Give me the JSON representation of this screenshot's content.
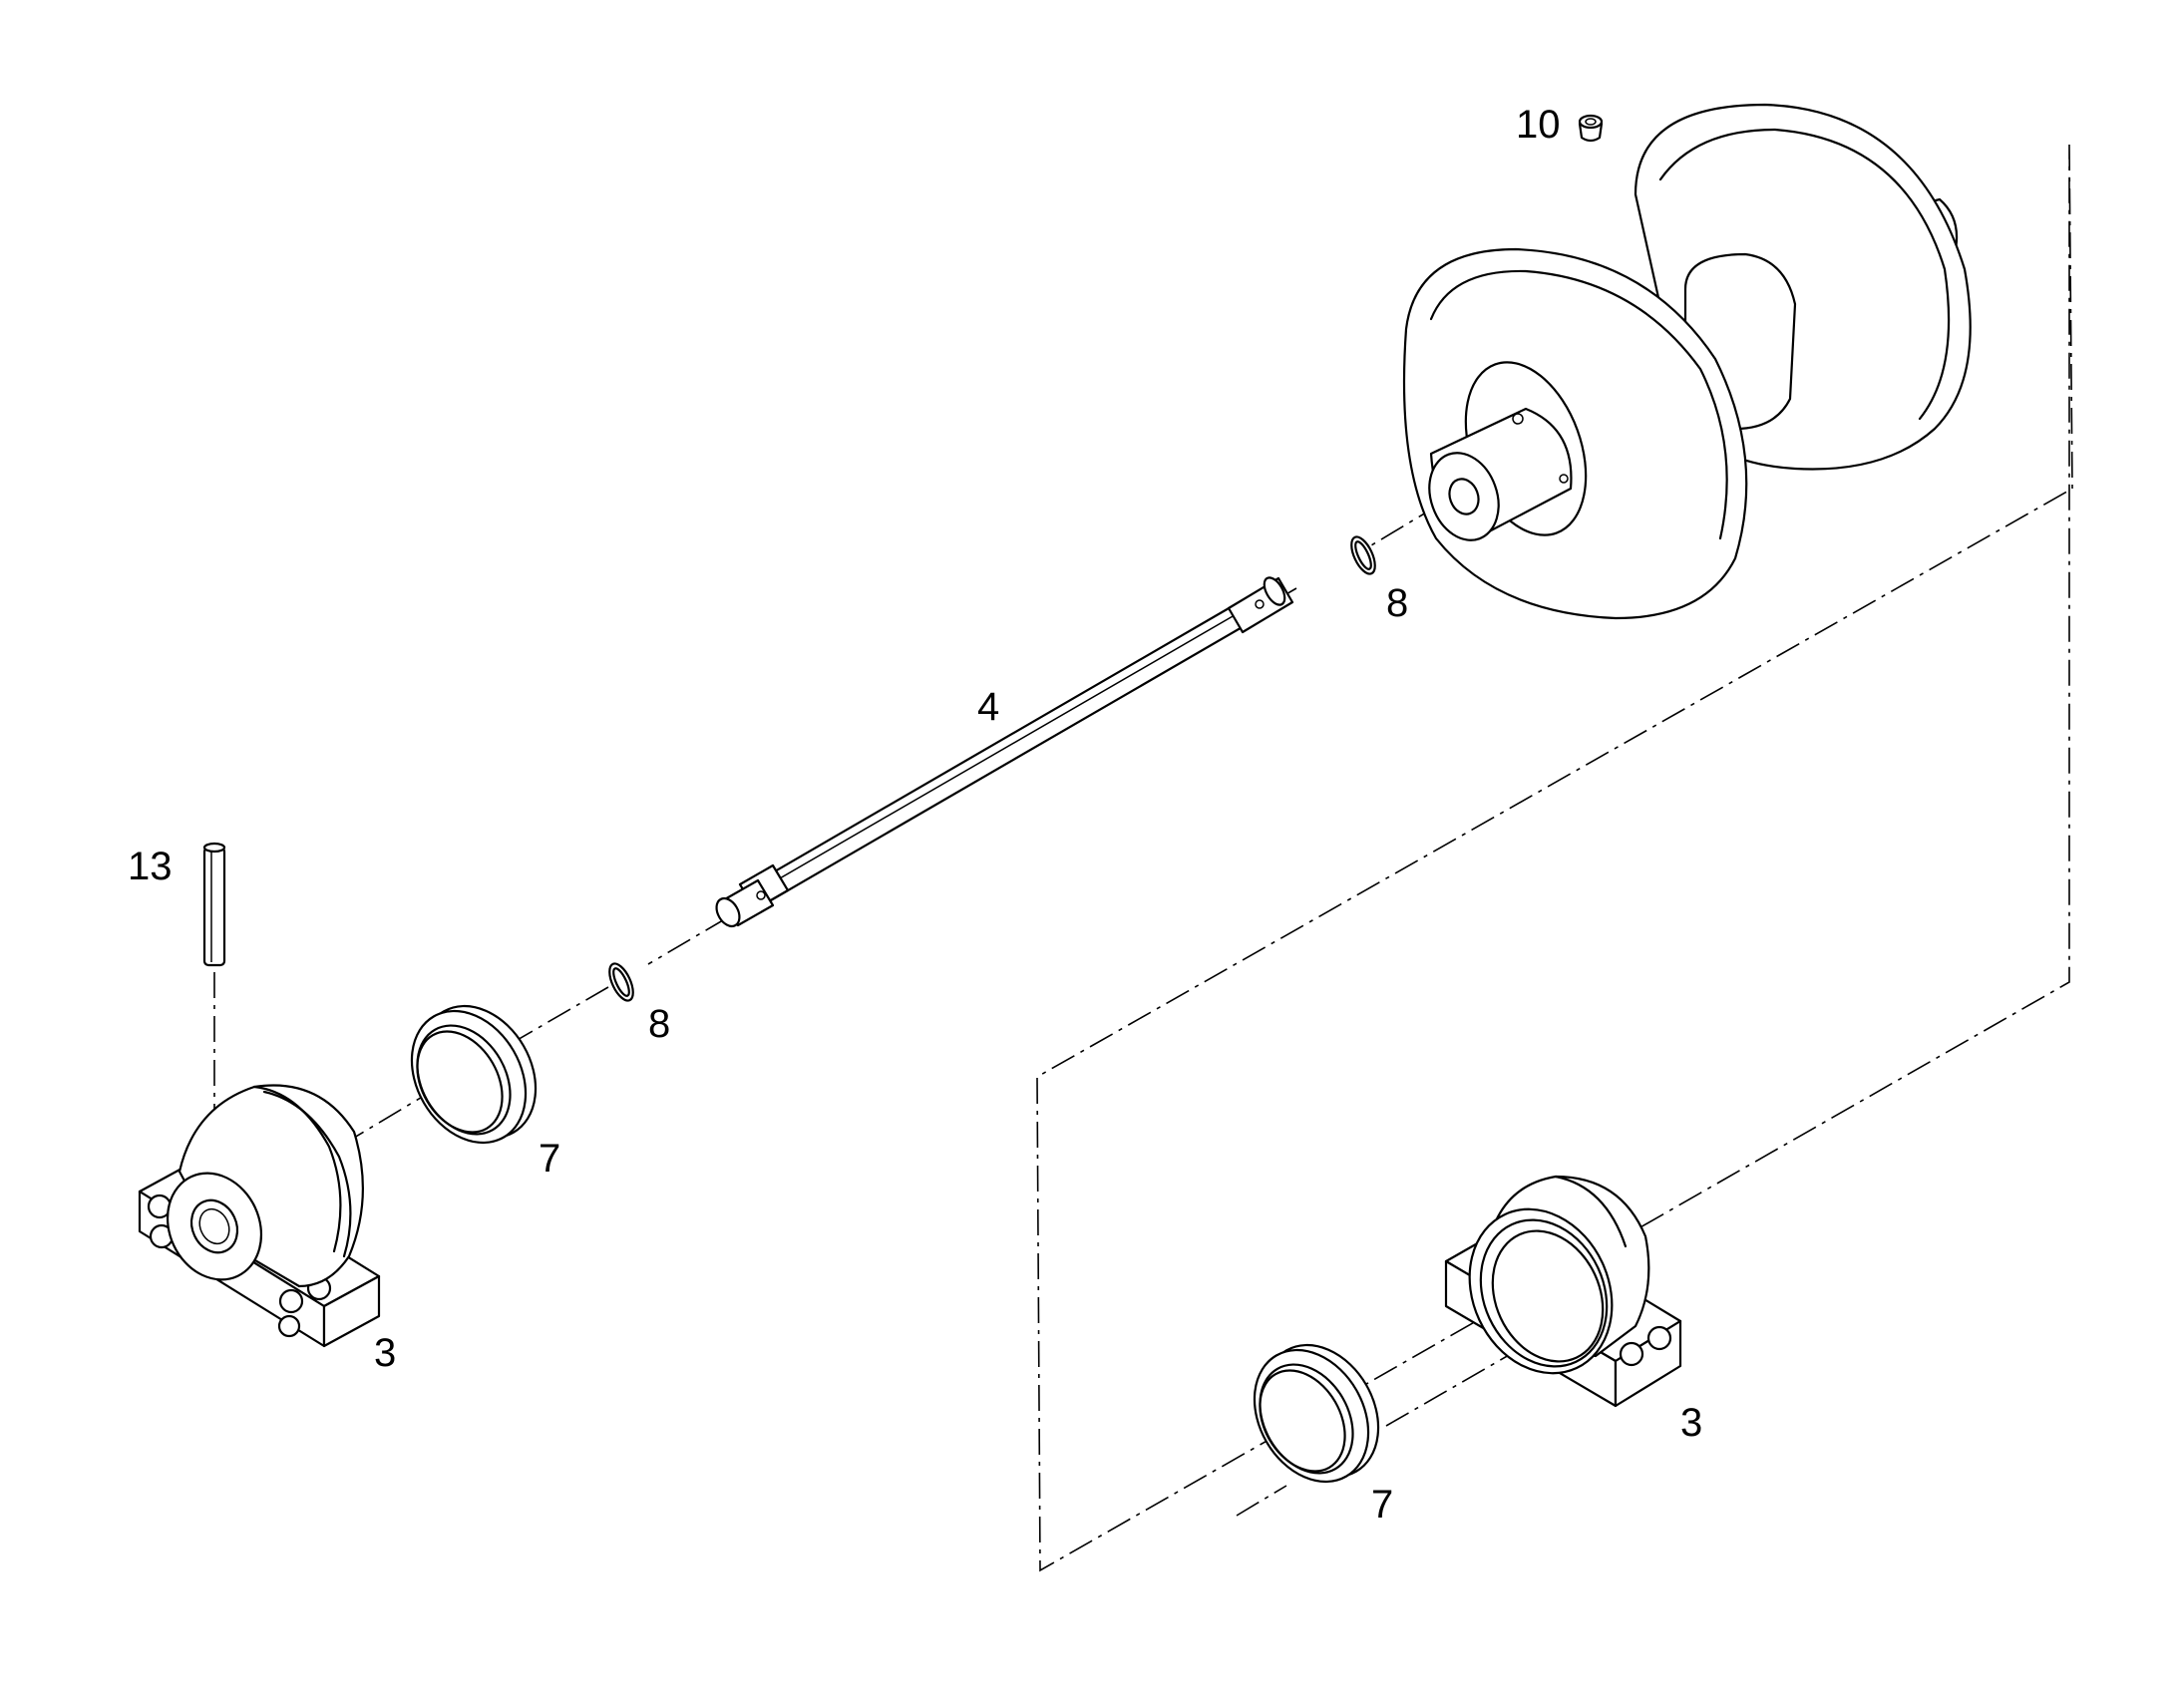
{
  "callouts": {
    "c10": "10",
    "c8_upper": "8",
    "c4": "4",
    "c13": "13",
    "c8_lower": "8",
    "c7_left": "7",
    "c3_left": "3",
    "c3_right": "3",
    "c7_right": "7"
  },
  "colors": {
    "line": "#000000",
    "background": "#ffffff"
  }
}
